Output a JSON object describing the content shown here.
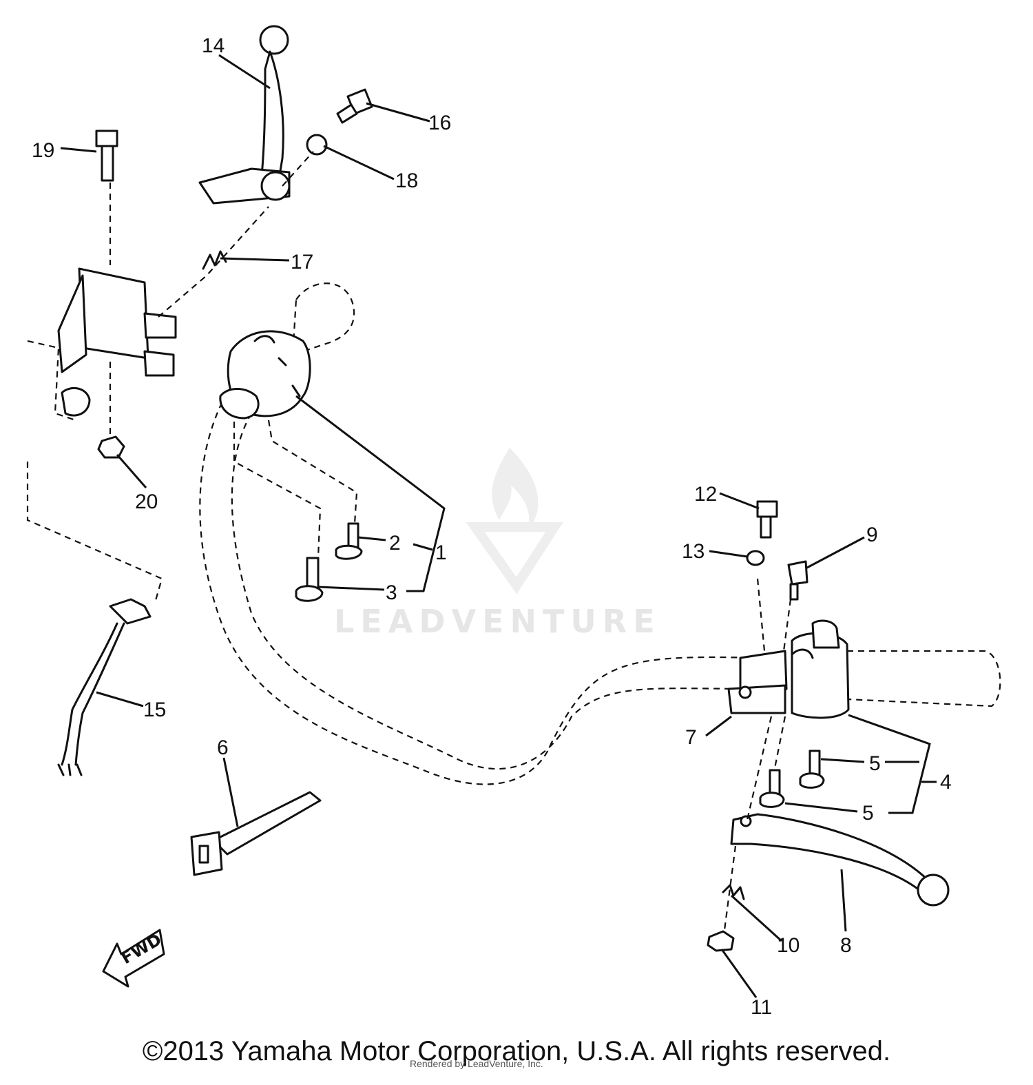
{
  "watermark": {
    "brand": "LEADVENTURE"
  },
  "fwd_label": "FWD",
  "copyright": "©2013 Yamaha Motor Corporation, U.S.A. All rights reserved.",
  "credit": "Rendered by LeadVenture, Inc.",
  "callouts": {
    "c1": "1",
    "c2": "2",
    "c3": "3",
    "c4": "4",
    "c5a": "5",
    "c5b": "5",
    "c6": "6",
    "c7": "7",
    "c8": "8",
    "c9": "9",
    "c10": "10",
    "c11": "11",
    "c12": "12",
    "c13": "13",
    "c14": "14",
    "c15": "15",
    "c16": "16",
    "c17": "17",
    "c18": "18",
    "c19": "19",
    "c20": "20"
  }
}
